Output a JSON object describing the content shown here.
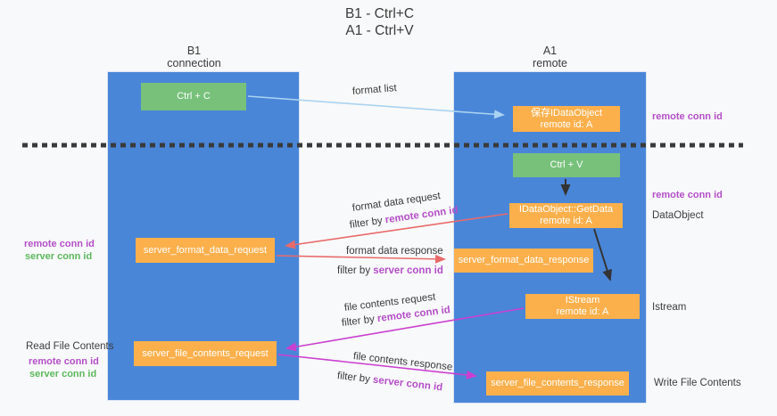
{
  "title": {
    "line1": "B1 - Ctrl+C",
    "line2": "A1 - Ctrl+V"
  },
  "lifelines": {
    "b1": {
      "name": "B1",
      "role": "connection"
    },
    "a1": {
      "name": "A1",
      "role": "remote"
    }
  },
  "nodes": {
    "ctrl_c": {
      "label": "Ctrl + C"
    },
    "save_idataobject": {
      "line1": "保存IDataObject",
      "line2": "remote id: A"
    },
    "ctrl_v": {
      "label": "Ctrl + V"
    },
    "getdata": {
      "line1": "IDataObject::GetData",
      "line2": "remote id: A"
    },
    "server_format_data_request": {
      "label": "server_format_data_request"
    },
    "server_format_data_response": {
      "label": "server_format_data_response"
    },
    "istream": {
      "line1": "IStream",
      "line2": "remote id: A"
    },
    "server_file_contents_request": {
      "label": "server_file_contents_request"
    },
    "server_file_contents_response": {
      "label": "server_file_contents_response"
    }
  },
  "flow_labels": {
    "format_list": "format list",
    "format_request": {
      "text": "format data request",
      "filter_prefix": "filter by ",
      "filter_key": "remote conn id"
    },
    "format_response": {
      "text": "format data response",
      "filter_prefix": "filter by ",
      "filter_key": "server conn id"
    },
    "file_request": {
      "text": "file contents request",
      "filter_prefix": "filter by ",
      "filter_key": "remote conn id"
    },
    "file_response": {
      "text": "file contents response",
      "filter_prefix": "filter by ",
      "filter_key": "server conn id"
    }
  },
  "annotations": {
    "right_remote_conn_id_top": "remote conn id",
    "right_remote_conn_id_mid": "remote conn id",
    "right_dataobject": "DataObject",
    "right_istream": "Istream",
    "right_write_file_contents": "Write File Contents",
    "left_format": {
      "remote": "remote conn id",
      "server": "server conn id"
    },
    "left_file": {
      "title": "Read File Contents",
      "remote": "remote conn id",
      "server": "server conn id"
    }
  },
  "colors": {
    "background": "#f8f9fa",
    "lifeline_blue": "#4a86d8",
    "node_orange": "#fbb04c",
    "node_green": "#77c17b",
    "conn_id_purple": "#b44fc8",
    "conn_id_green": "#5cb85c",
    "arrow_salmon": "#e96a6a",
    "arrow_magenta": "#cb3fd0",
    "arrow_lightblue": "#a9d3f1",
    "arrow_black": "#333333",
    "dashed_divider": "#3a3a3a"
  }
}
